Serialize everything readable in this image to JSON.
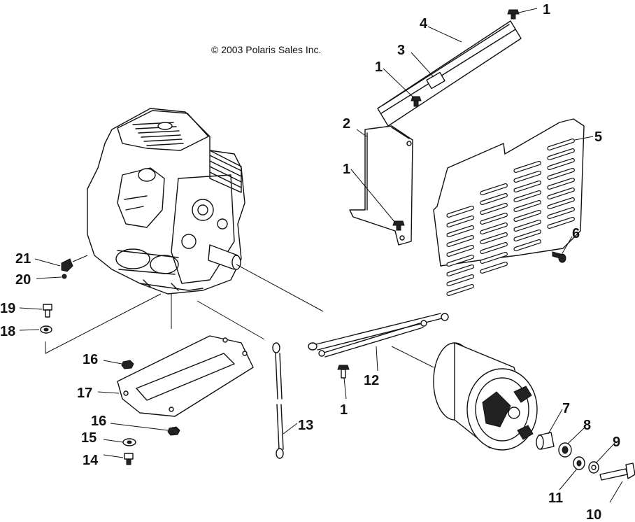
{
  "copyright": "© 2003 Polaris Sales Inc.",
  "callouts": {
    "c1a": "1",
    "c1b": "1",
    "c1c": "1",
    "c1d": "1",
    "c2": "2",
    "c3": "3",
    "c4": "4",
    "c5": "5",
    "c6": "6",
    "c7": "7",
    "c8": "8",
    "c9": "9",
    "c10": "10",
    "c11": "11",
    "c12": "12",
    "c13": "13",
    "c14": "14",
    "c15": "15",
    "c16a": "16",
    "c16b": "16",
    "c17": "17",
    "c18": "18",
    "c19": "19",
    "c20": "20",
    "c21": "21"
  }
}
